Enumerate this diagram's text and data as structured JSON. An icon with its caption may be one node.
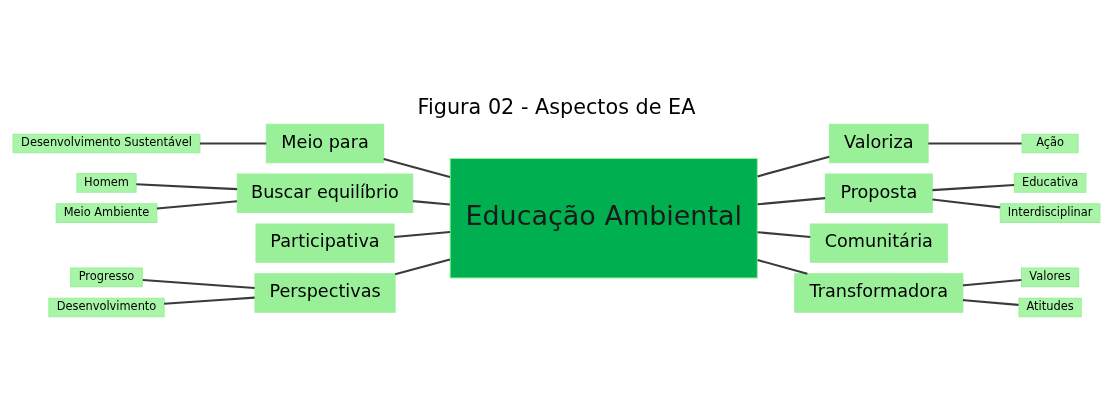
{
  "diagram": {
    "title": "Figura 02 - Aspectos de EA",
    "nodes": [
      {
        "text": [
          "Educação Ambiental"
        ]
      },
      {
        "text": [
          "Meio para"
        ]
      },
      {
        "text": [
          "Desenvolvimento Sustentável"
        ]
      },
      {
        "text": [
          "Buscar equilíbrio"
        ]
      },
      {
        "text": [
          "Homem"
        ]
      },
      {
        "text": [
          "Meio Ambiente"
        ]
      },
      {
        "text": [
          "Participativa"
        ]
      },
      {
        "text": [
          "Perspectivas"
        ]
      },
      {
        "text": [
          "Progresso"
        ]
      },
      {
        "text": [
          "Desenvolvimento"
        ]
      },
      {
        "text": [
          "Valoriza"
        ]
      },
      {
        "text": [
          "Ação"
        ]
      },
      {
        "text": [
          "Proposta"
        ]
      },
      {
        "text": [
          "Educativa"
        ]
      },
      {
        "text": [
          "Interdisciplinar"
        ]
      },
      {
        "text": [
          "Comunitária"
        ]
      },
      {
        "text": [
          "Transformadora"
        ]
      },
      {
        "text": [
          "Valores"
        ]
      },
      {
        "text": [
          "Atitudes"
        ]
      }
    ],
    "edges": [
      {
        "from": 2,
        "to": 1,
        "arrow": "none"
      },
      {
        "from": 1,
        "to": 0,
        "arrow": "none"
      },
      {
        "from": 4,
        "to": 3,
        "arrow": "none"
      },
      {
        "from": 5,
        "to": 3,
        "arrow": "none"
      },
      {
        "from": 3,
        "to": 0,
        "arrow": "none"
      },
      {
        "from": 6,
        "to": 0,
        "arrow": "none"
      },
      {
        "from": 8,
        "to": 7,
        "arrow": "none"
      },
      {
        "from": 9,
        "to": 7,
        "arrow": "none"
      },
      {
        "from": 7,
        "to": 0,
        "arrow": "none"
      },
      {
        "from": 0,
        "to": 10,
        "arrow": "none"
      },
      {
        "from": 10,
        "to": 11,
        "arrow": "none"
      },
      {
        "from": 0,
        "to": 12,
        "arrow": "none"
      },
      {
        "from": 12,
        "to": 13,
        "arrow": "none"
      },
      {
        "from": 12,
        "to": 14,
        "arrow": "none"
      },
      {
        "from": 0,
        "to": 15,
        "arrow": "none"
      },
      {
        "from": 0,
        "to": 16,
        "arrow": "none"
      },
      {
        "from": 16,
        "to": 17,
        "arrow": "none"
      },
      {
        "from": 16,
        "to": 18,
        "arrow": "none"
      }
    ]
  }
}
